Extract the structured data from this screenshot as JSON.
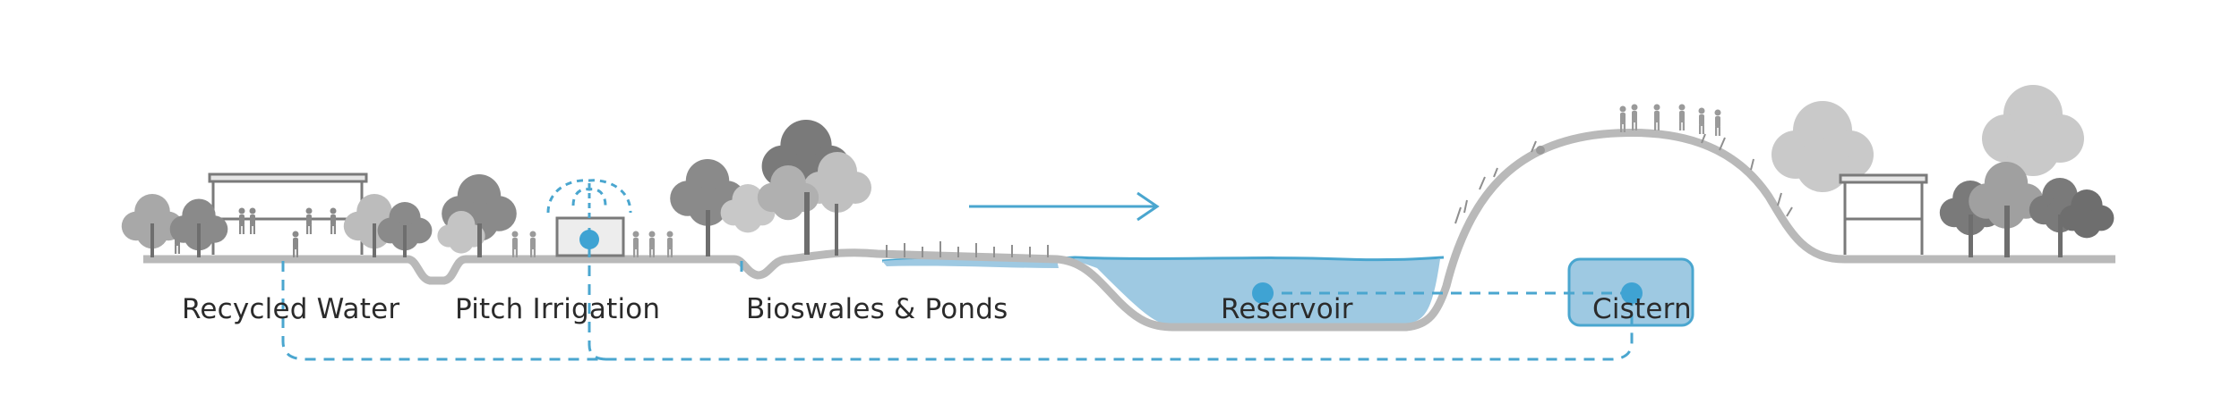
{
  "labels": {
    "recycled_water": "Recycled Water",
    "pitch_irrigation": "Pitch Irrigation",
    "bioswales_ponds": "Bioswales & Ponds",
    "reservoir": "Reservoir",
    "cistern": "Cistern"
  },
  "colors": {
    "water_line": "#4aa6cf",
    "water_fill": "#9ec9e2",
    "node": "#3fa3d3",
    "ground": "#b9b9b9",
    "tree_dark": "#6e6e6e",
    "tree_mid": "#9a9a9a",
    "tree_light": "#c9c9c9"
  },
  "icons": {
    "flow_arrow": "arrow-right-icon",
    "fountain": "fountain-icon",
    "node": "water-node-icon"
  }
}
